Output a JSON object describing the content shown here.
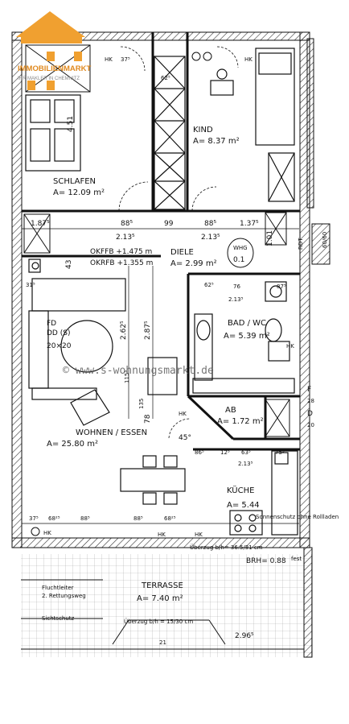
{
  "logo": {
    "brand": "IMMOBILIENMARKT",
    "tagline": "IHR MAKLER IN CHEMNITZ",
    "brand_color": "#f0a030"
  },
  "watermark": "© www.s-wohnungsmarkt.de",
  "rooms": {
    "schlafen": {
      "name": "SCHLAFEN",
      "area": "A= 12.09 m²"
    },
    "kind": {
      "name": "KIND",
      "area": "A= 8.37 m²"
    },
    "diele": {
      "name": "DIELE",
      "area": "A= 2.99 m²"
    },
    "bad": {
      "name": "BAD / WC",
      "area": "A= 5.39 m²"
    },
    "ab": {
      "name": "AB",
      "area": "A= 1.72 m²"
    },
    "wohnen": {
      "name": "WOHNEN / ESSEN",
      "area": "A= 25.80 m²"
    },
    "kueche": {
      "name": "KÜCHE",
      "area": "A= 5.44"
    },
    "terrasse": {
      "name": "TERRASSE",
      "area": "A= 7.40 m²"
    }
  },
  "levels": {
    "okffb": "OKFFB +1.475 m",
    "okrfb": "OKRFB +1.355 m"
  },
  "whg": {
    "label": "WHG",
    "number": "0.1"
  },
  "dims": {
    "d_187": "1.87⁵",
    "d_885a": "88⁵",
    "d_99": "99",
    "d_885b": "88⁵",
    "d_137": "1.37⁵",
    "d_213a": "2.13⁵",
    "d_213b": "2.13⁵",
    "d_101": "1.01",
    "d_375": "37⁵",
    "d_625a": "62⁵",
    "d_451": "4.51",
    "d_43": "43",
    "d_315": "31⁵",
    "d_2625": "2.62⁵",
    "d_2875": "2.87⁵",
    "d_1155": "115⁵",
    "d_135": "135",
    "d_78": "78",
    "d_625b": "62⁵",
    "d_76": "76",
    "d_875": "87⁵",
    "d_213c": "2.13⁵",
    "d_865": "86⁵",
    "d_125": "12⁵",
    "d_635": "63⁵",
    "d_755": "75⁵",
    "d_213d": "2.13⁵",
    "d_45": "45°",
    "d_375b": "37⁵",
    "d_6825a": "68²⁵",
    "d_885c": "88⁵",
    "d_885d": "88⁵",
    "d_6825b": "68²⁵",
    "d_21": "21",
    "d_2965": "2.96⁵",
    "d_6060": "60/60",
    "d_rd": "RDT",
    "fd": "FD",
    "dd": "DD (S)",
    "fd_size": "20×20",
    "hk1": "HK",
    "hk2": "HK",
    "hk3": "HK",
    "hk4": "HK",
    "hk5": "HK",
    "hk6": "HK",
    "hk7": "HK"
  },
  "notes": {
    "sonnenschutz": "Sonnenschutz ohne Rollladen",
    "ueberzug1": "Überzug b/h= 36.5/31 cm",
    "brh": "BRH= 0.88",
    "fest": "fest",
    "fluchtleiter": "Fluchtleiter",
    "rettungsweg": "2. Rettungsweg",
    "sichtschutz": "Sichtschutz",
    "ueberzug2": "Überzug b/h = 15/30 cm",
    "f_right": "F",
    "d_right": "D",
    "n28": "28",
    "n20": "20"
  }
}
